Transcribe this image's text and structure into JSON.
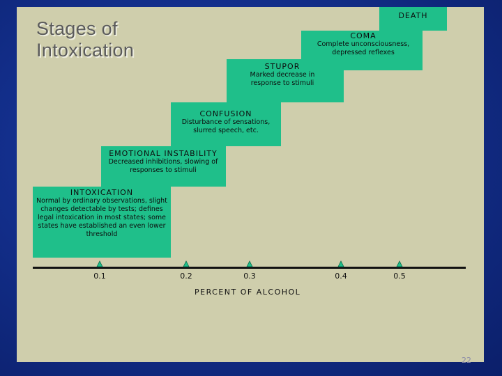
{
  "title": {
    "line1": "Stages of",
    "line2": "Intoxication"
  },
  "stages": [
    {
      "name": "INTOXICATION",
      "desc": "Normal by ordinary observations, slight changes detectable by tests; defines legal intoxication in most states; some states have established an even lower threshold"
    },
    {
      "name": "EMOTIONAL INSTABILITY",
      "desc": "Decreased inhibitions, slowing of responses to stimuli"
    },
    {
      "name": "CONFUSION",
      "desc": "Disturbance of sensations, slurred speech, etc."
    },
    {
      "name": "STUPOR",
      "desc": "Marked decrease in response to stimuli"
    },
    {
      "name": "COMA",
      "desc": "Complete unconsciousness, depressed reflexes"
    },
    {
      "name": "DEATH",
      "desc": ""
    }
  ],
  "axis": {
    "ticks": [
      "0.1",
      "0.2",
      "0.3",
      "0.4",
      "0.5"
    ],
    "title": "PERCENT OF ALCOHOL"
  },
  "page_number": "22",
  "colors": {
    "stage_fill": "#1fbf8a",
    "panel": "#cfceac",
    "background": "#132f8c"
  }
}
